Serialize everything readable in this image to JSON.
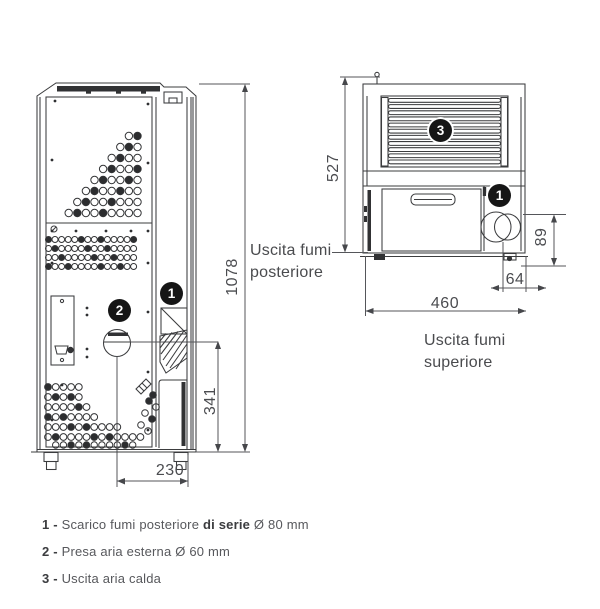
{
  "diagrams": {
    "rear_view": {
      "title": "Uscita fumi posteriore",
      "dimensions": {
        "total_height_mm": "1078",
        "flue_height_mm": "341",
        "flue_horizontal_mm": "230"
      },
      "markers": {
        "flue_outlet": "1",
        "air_intake": "2"
      }
    },
    "side_view": {
      "title": "Uscita fumi superiore",
      "dimensions": {
        "total_depth_mm": "527",
        "flue_floor_mm": "89",
        "flue_side_mm": "64",
        "total_width_mm": "460"
      },
      "markers": {
        "flue_outlet": "1",
        "hot_air_outlet": "3"
      }
    }
  },
  "legend": {
    "items": [
      {
        "label": "1 -",
        "pre": " Scarico fumi posteriore ",
        "bold": "di serie",
        "post": " Ø 80 mm"
      },
      {
        "label": "2 -",
        "pre": " Presa aria esterna Ø 60 mm",
        "bold": "",
        "post": ""
      },
      {
        "label": "3 -",
        "pre": " Uscita aria calda",
        "bold": "",
        "post": ""
      }
    ]
  },
  "colors": {
    "line": "#3b3c3e",
    "dimension_text": "#4b4c50",
    "legend_text": "#57585c",
    "marker_background": "#161616"
  }
}
